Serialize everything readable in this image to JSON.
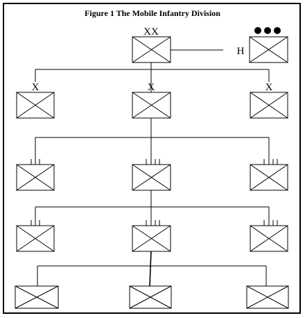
{
  "title": "Figure 1 The Mobile Infantry Division",
  "division": {
    "echelon": "XX"
  },
  "headquarters": {
    "label": "H",
    "echelon_marks": "●●●"
  },
  "brigades": [
    {
      "echelon": "X"
    },
    {
      "echelon": "X"
    },
    {
      "echelon": "X"
    }
  ],
  "battalion_rows": [
    {
      "marks": "|||",
      "count": 3
    },
    {
      "marks": "|||",
      "count": 3
    }
  ],
  "bottom_row": {
    "count": 3
  }
}
